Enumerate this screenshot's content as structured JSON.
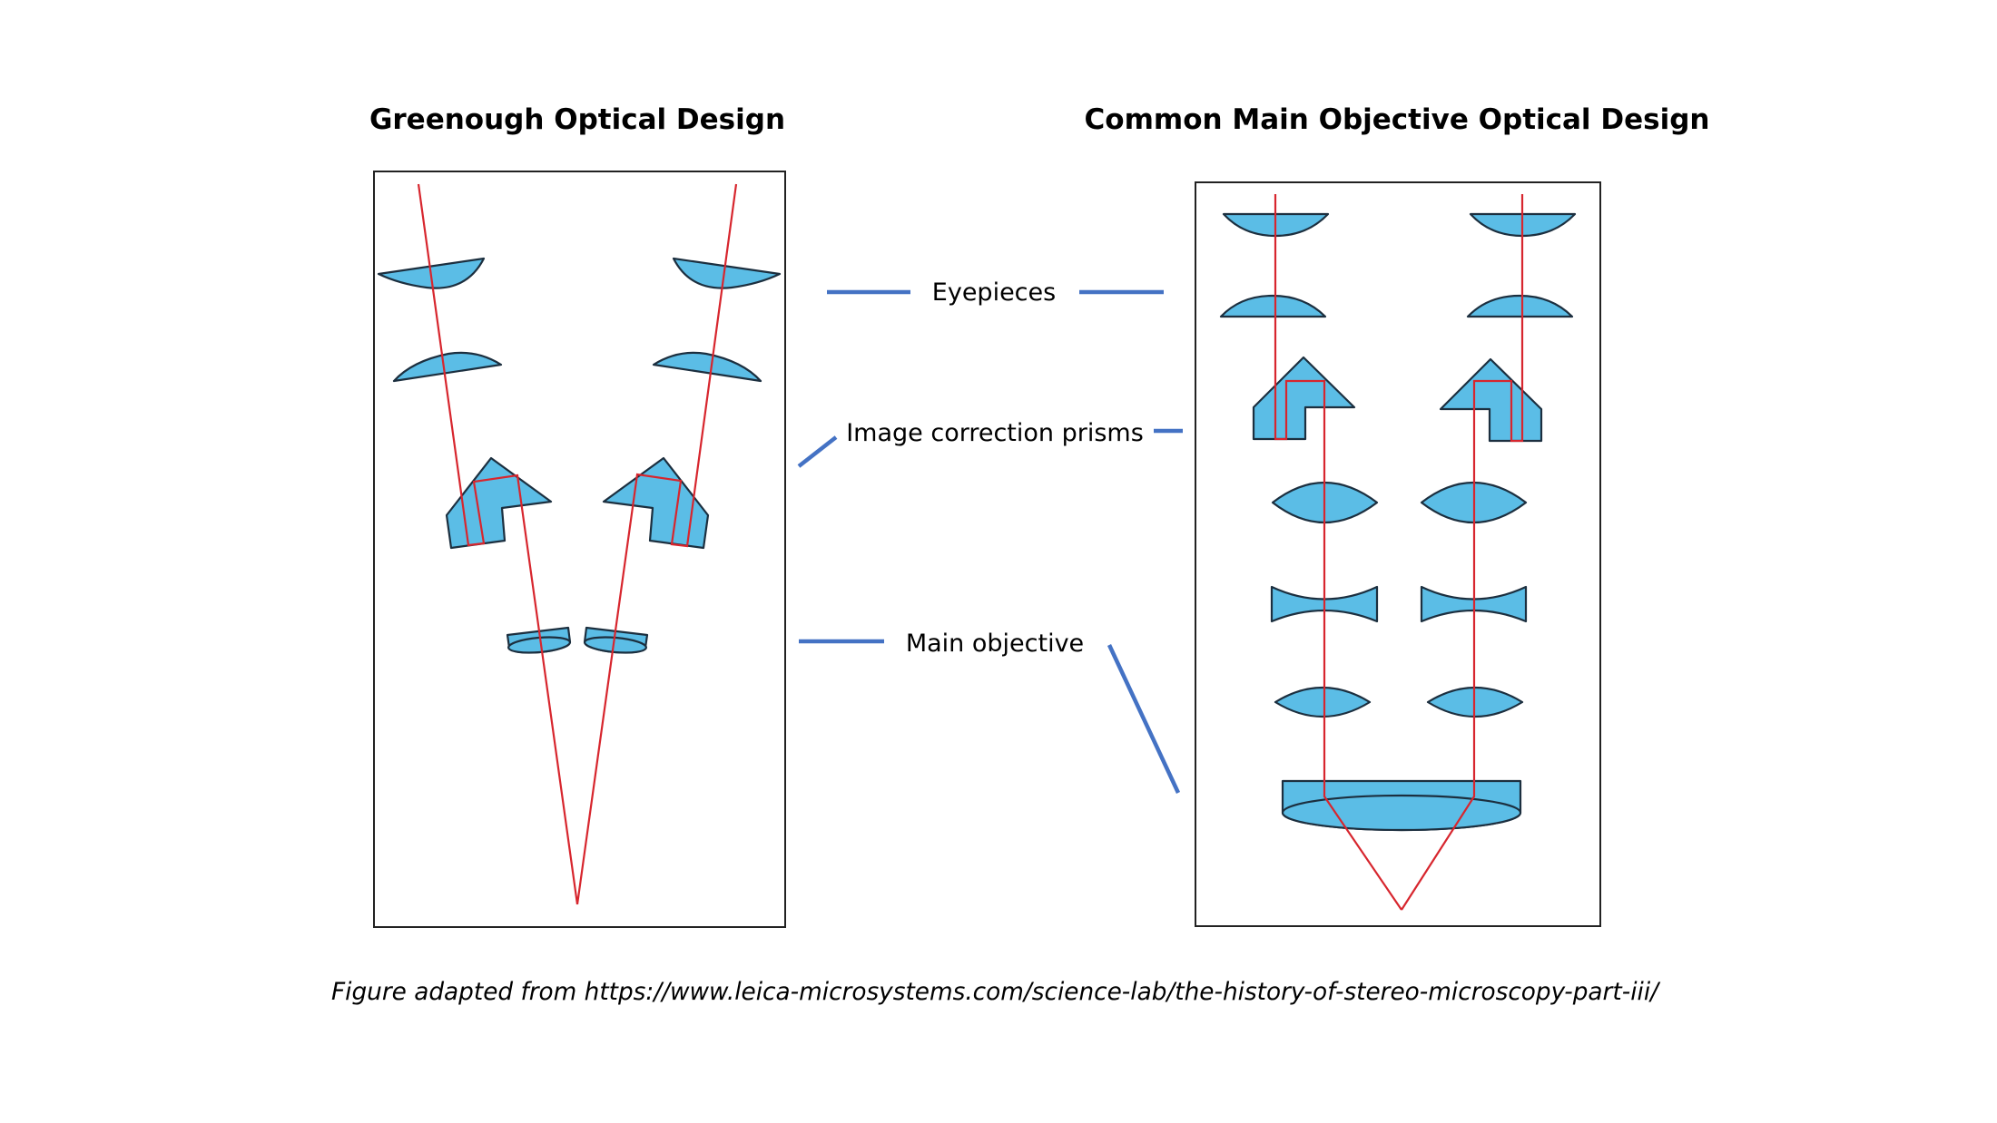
{
  "figure": {
    "left_panel": {
      "title": "Greenough Optical Design"
    },
    "right_panel": {
      "title": "Common Main Objective Optical Design"
    },
    "labels": {
      "eyepieces": "Eyepieces",
      "prisms": "Image correction prisms",
      "objective": "Main objective"
    },
    "caption": "Figure adapted from https://www.leica-microsystems.com/science-lab/the-history-of-stereo-microscopy-part-iii/"
  },
  "colors": {
    "lens_fill": "#5bbde6",
    "lens_outline": "#1c2f3f",
    "light_ray": "#d7262e",
    "leader_line": "#4472c4"
  }
}
